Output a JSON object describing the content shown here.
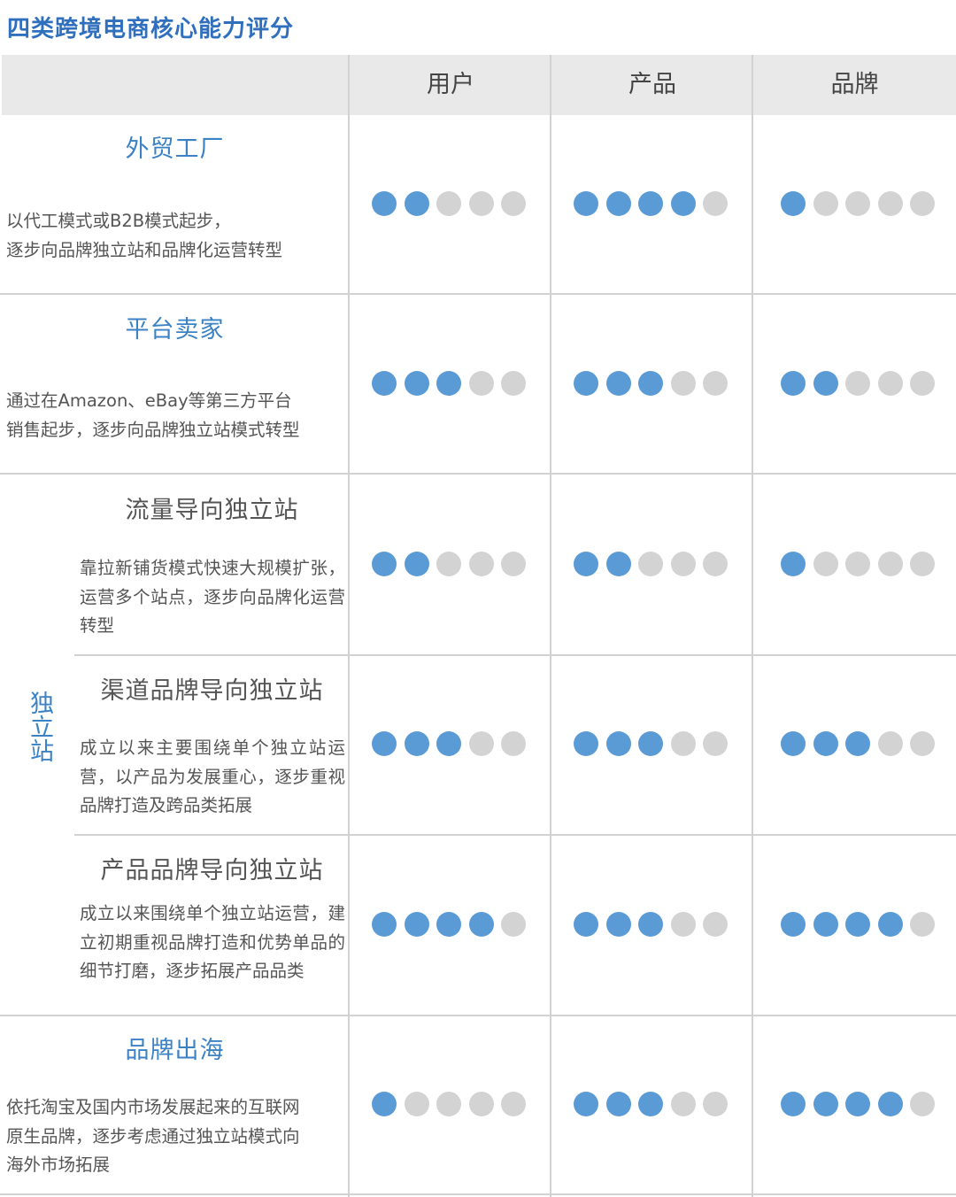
{
  "title": "四类跨境电商核心能力评分",
  "colors": {
    "filled": "#5b9bd5",
    "empty": "#d3d3d3",
    "accent": "#3b82c4"
  },
  "chart_data": {
    "type": "table",
    "title": "四类跨境电商核心能力评分",
    "scale_max": 5,
    "columns": [
      "用户",
      "产品",
      "品牌"
    ],
    "group_label": "独立站",
    "rows": [
      {
        "name": "外贸工厂",
        "description": "以代工模式或B2B模式起步，\n逐步向品牌独立站和品牌化运营转型",
        "group": null,
        "scores": [
          2,
          4,
          1
        ]
      },
      {
        "name": "平台卖家",
        "description": "通过在Amazon、eBay等第三方平台\n销售起步，逐步向品牌独立站模式转型",
        "group": null,
        "scores": [
          3,
          3,
          2
        ]
      },
      {
        "name": "流量导向独立站",
        "description": "靠拉新铺货模式快速大规模扩张，运营多个站点，逐步向品牌化运营转型",
        "group": "独立站",
        "scores": [
          2,
          2,
          1
        ]
      },
      {
        "name": "渠道品牌导向独立站",
        "description": "成立以来主要围绕单个独立站运营，以产品为发展重心，逐步重视品牌打造及跨品类拓展",
        "group": "独立站",
        "scores": [
          3,
          3,
          3
        ]
      },
      {
        "name": "产品品牌导向独立站",
        "description": "成立以来围绕单个独立站运营，建立初期重视品牌打造和优势单品的细节打磨，逐步拓展产品品类",
        "group": "独立站",
        "scores": [
          4,
          3,
          4
        ]
      },
      {
        "name": "品牌出海",
        "description": "依托淘宝及国内市场发展起来的互联网\n原生品牌，逐步考虑通过独立站模式向\n海外市场拓展",
        "group": null,
        "scores": [
          1,
          3,
          4
        ]
      }
    ]
  }
}
